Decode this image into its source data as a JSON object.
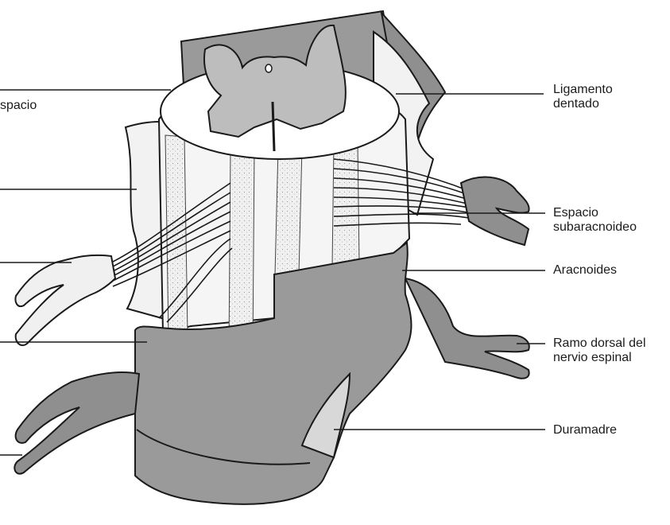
{
  "labels": {
    "espacio_partial": "spacio",
    "ligamento_dentado": [
      "Ligamento",
      "dentado"
    ],
    "espacio_subaracnoideo": [
      "Espacio",
      "subaracnoideo"
    ],
    "aracnoides": "Aracnoides",
    "ramo_dorsal": [
      "Ramo dorsal del",
      "nervio espinal"
    ],
    "duramadre": "Duramadre"
  },
  "colors": {
    "background": "#ffffff",
    "dura": "#9a9a9a",
    "arachnoid": "#ececec",
    "cord": "#bdbdbd",
    "outline": "#1a1a1a"
  }
}
